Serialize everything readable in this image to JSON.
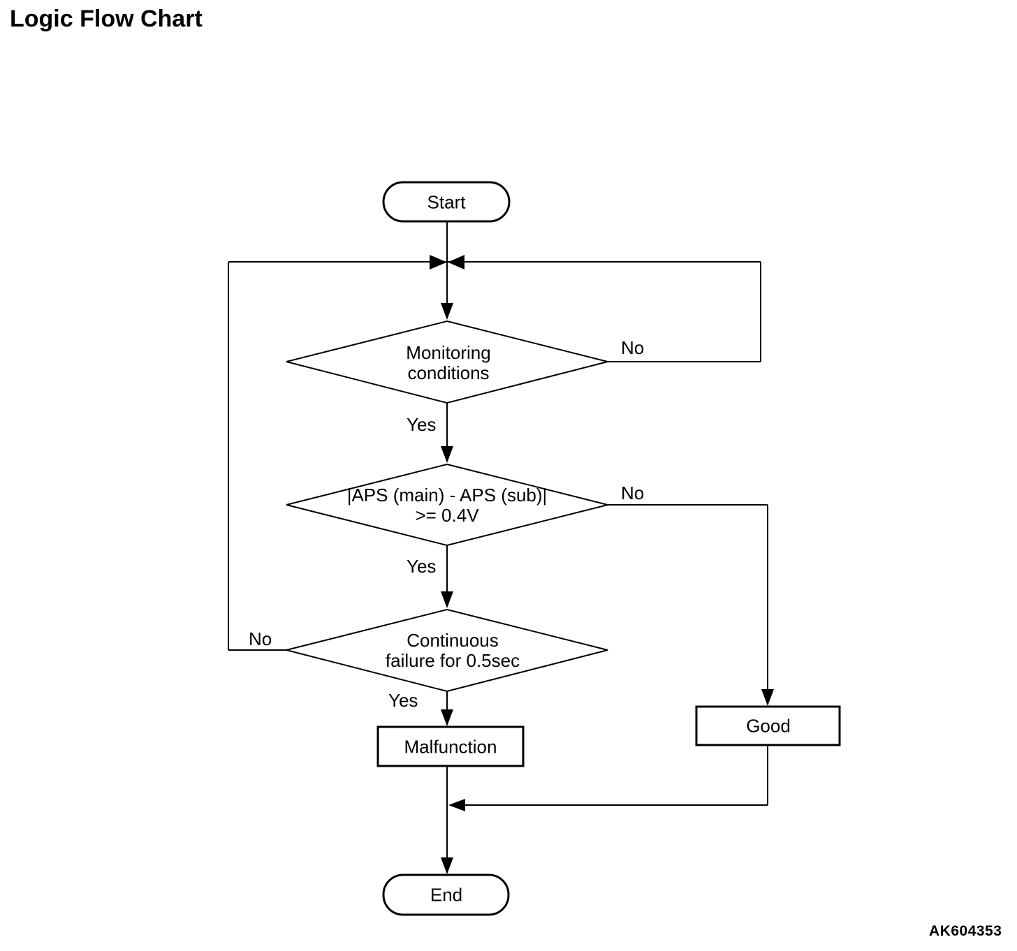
{
  "page": {
    "title": "Logic Flow Chart",
    "figure_code": "AK604353"
  },
  "flowchart": {
    "nodes": {
      "start": {
        "type": "terminator",
        "label": "Start"
      },
      "monitoring_conditions": {
        "type": "decision",
        "line1": "Monitoring",
        "line2": "conditions"
      },
      "aps_difference": {
        "type": "decision",
        "line1": "|APS (main) - APS (sub)|",
        "line2": ">= 0.4V"
      },
      "continuous_failure": {
        "type": "decision",
        "line1": "Continuous",
        "line2": "failure for 0.5sec"
      },
      "malfunction": {
        "type": "process",
        "label": "Malfunction"
      },
      "good": {
        "type": "process",
        "label": "Good"
      },
      "end": {
        "type": "terminator",
        "label": "End"
      }
    },
    "edge_labels": {
      "monitoring_yes": "Yes",
      "monitoring_no": "No",
      "aps_yes": "Yes",
      "aps_no": "No",
      "continuous_yes": "Yes",
      "continuous_no": "No"
    },
    "edges": [
      {
        "from": "start",
        "to": "loop-junction",
        "label": ""
      },
      {
        "from": "loop-junction",
        "to": "monitoring_conditions",
        "label": ""
      },
      {
        "from": "monitoring_conditions",
        "to": "loop-junction",
        "label": "No",
        "side": "right"
      },
      {
        "from": "monitoring_conditions",
        "to": "aps_difference",
        "label": "Yes",
        "side": "bottom"
      },
      {
        "from": "aps_difference",
        "to": "good",
        "label": "No",
        "side": "right"
      },
      {
        "from": "aps_difference",
        "to": "continuous_failure",
        "label": "Yes",
        "side": "bottom"
      },
      {
        "from": "continuous_failure",
        "to": "loop-junction",
        "label": "No",
        "side": "left"
      },
      {
        "from": "continuous_failure",
        "to": "malfunction",
        "label": "Yes",
        "side": "bottom"
      },
      {
        "from": "malfunction",
        "to": "end",
        "label": ""
      },
      {
        "from": "good",
        "to": "end",
        "label": ""
      }
    ],
    "colors": {
      "line": "#000000",
      "text": "#000000",
      "background": "#ffffff"
    }
  }
}
